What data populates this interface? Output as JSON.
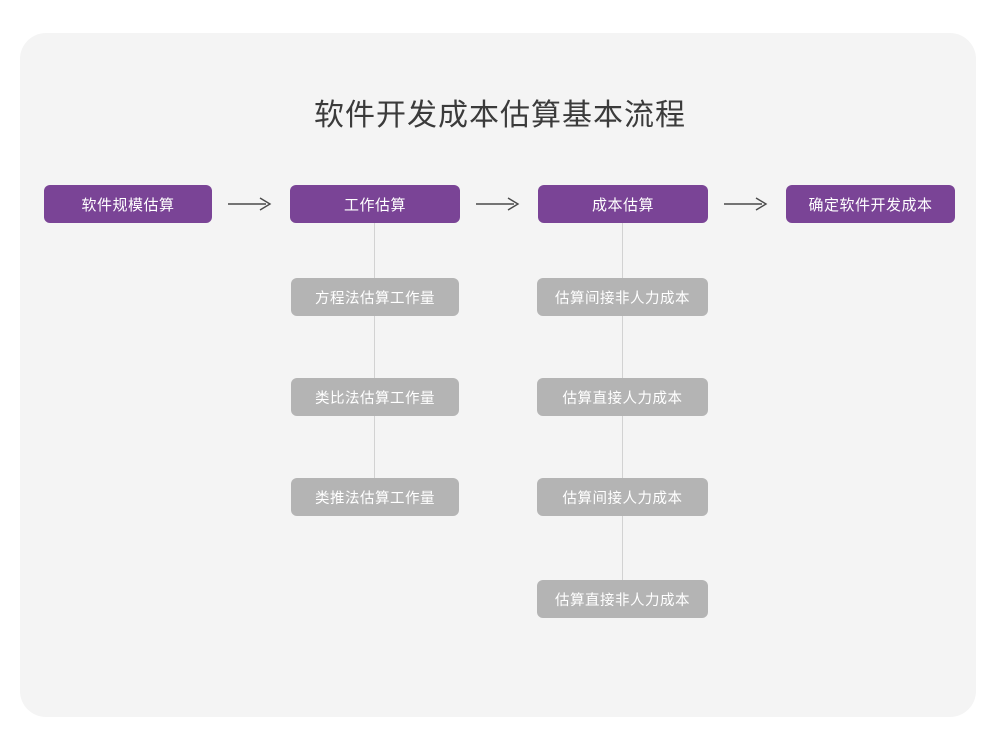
{
  "canvas": {
    "background_color": "#f4f4f4",
    "page_background_color": "#ffffff"
  },
  "header": {
    "title": "软件开发成本估算基本流程",
    "title_color": "#3b3b3b"
  },
  "colors": {
    "primary_node": "#7a4496",
    "secondary_node": "#b4b4b4",
    "connector_line": "#d2d2d2",
    "arrow": "#4a4a4a",
    "node_text": "#ffffff"
  },
  "chart_data": {
    "type": "diagram",
    "title": "软件开发成本估算基本流程",
    "orientation": "left-to-right main flow with vertical sub-step columns",
    "main_flow": [
      {
        "id": "step1",
        "label": "软件规模估算",
        "has_substeps": false
      },
      {
        "id": "step2",
        "label": "工作估算",
        "has_substeps": true
      },
      {
        "id": "step3",
        "label": "成本估算",
        "has_substeps": true
      },
      {
        "id": "step4",
        "label": "确定软件开发成本",
        "has_substeps": false
      }
    ],
    "arrows": [
      {
        "from": "step1",
        "to": "step2",
        "glyph": "→"
      },
      {
        "from": "step2",
        "to": "step3",
        "glyph": "→"
      },
      {
        "from": "step3",
        "to": "step4",
        "glyph": "→"
      }
    ],
    "substeps": {
      "step2": [
        "方程法估算工作量",
        "类比法估算工作量",
        "类推法估算工作量"
      ],
      "step3": [
        "估算间接非人力成本",
        "估算直接人力成本",
        "估算间接人力成本",
        "估算直接非人力成本"
      ]
    }
  },
  "nodes": {
    "primary": [
      {
        "label": "软件规模估算"
      },
      {
        "label": "工作估算"
      },
      {
        "label": "成本估算"
      },
      {
        "label": "确定软件开发成本"
      }
    ],
    "work_column": [
      {
        "label": "方程法估算工作量"
      },
      {
        "label": "类比法估算工作量"
      },
      {
        "label": "类推法估算工作量"
      }
    ],
    "cost_column": [
      {
        "label": "估算间接非人力成本"
      },
      {
        "label": "估算直接人力成本"
      },
      {
        "label": "估算间接人力成本"
      },
      {
        "label": "估算直接非人力成本"
      }
    ]
  }
}
